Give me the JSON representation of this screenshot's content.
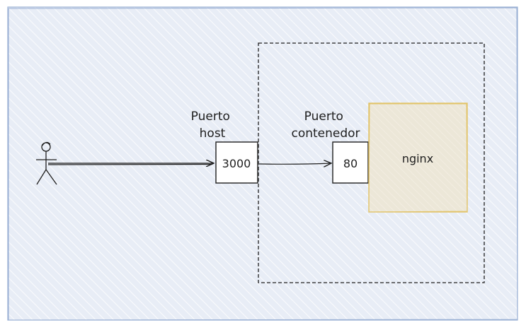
{
  "diagram": {
    "host_port_label": [
      "Puerto",
      "host"
    ],
    "container_port_label": [
      "Puerto",
      "contenedor"
    ],
    "host_port": "3000",
    "container_port": "80",
    "container_app": "nginx",
    "actor_icon": "user-stick-figure-icon"
  },
  "colors": {
    "frame_fill": "#e8edf6",
    "frame_stroke": "#9ab0d4",
    "hatch": "#ffffff",
    "stroke": "#1e1e1e",
    "nginx_fill": "#ece7d8",
    "nginx_stroke": "#e2c46a"
  }
}
